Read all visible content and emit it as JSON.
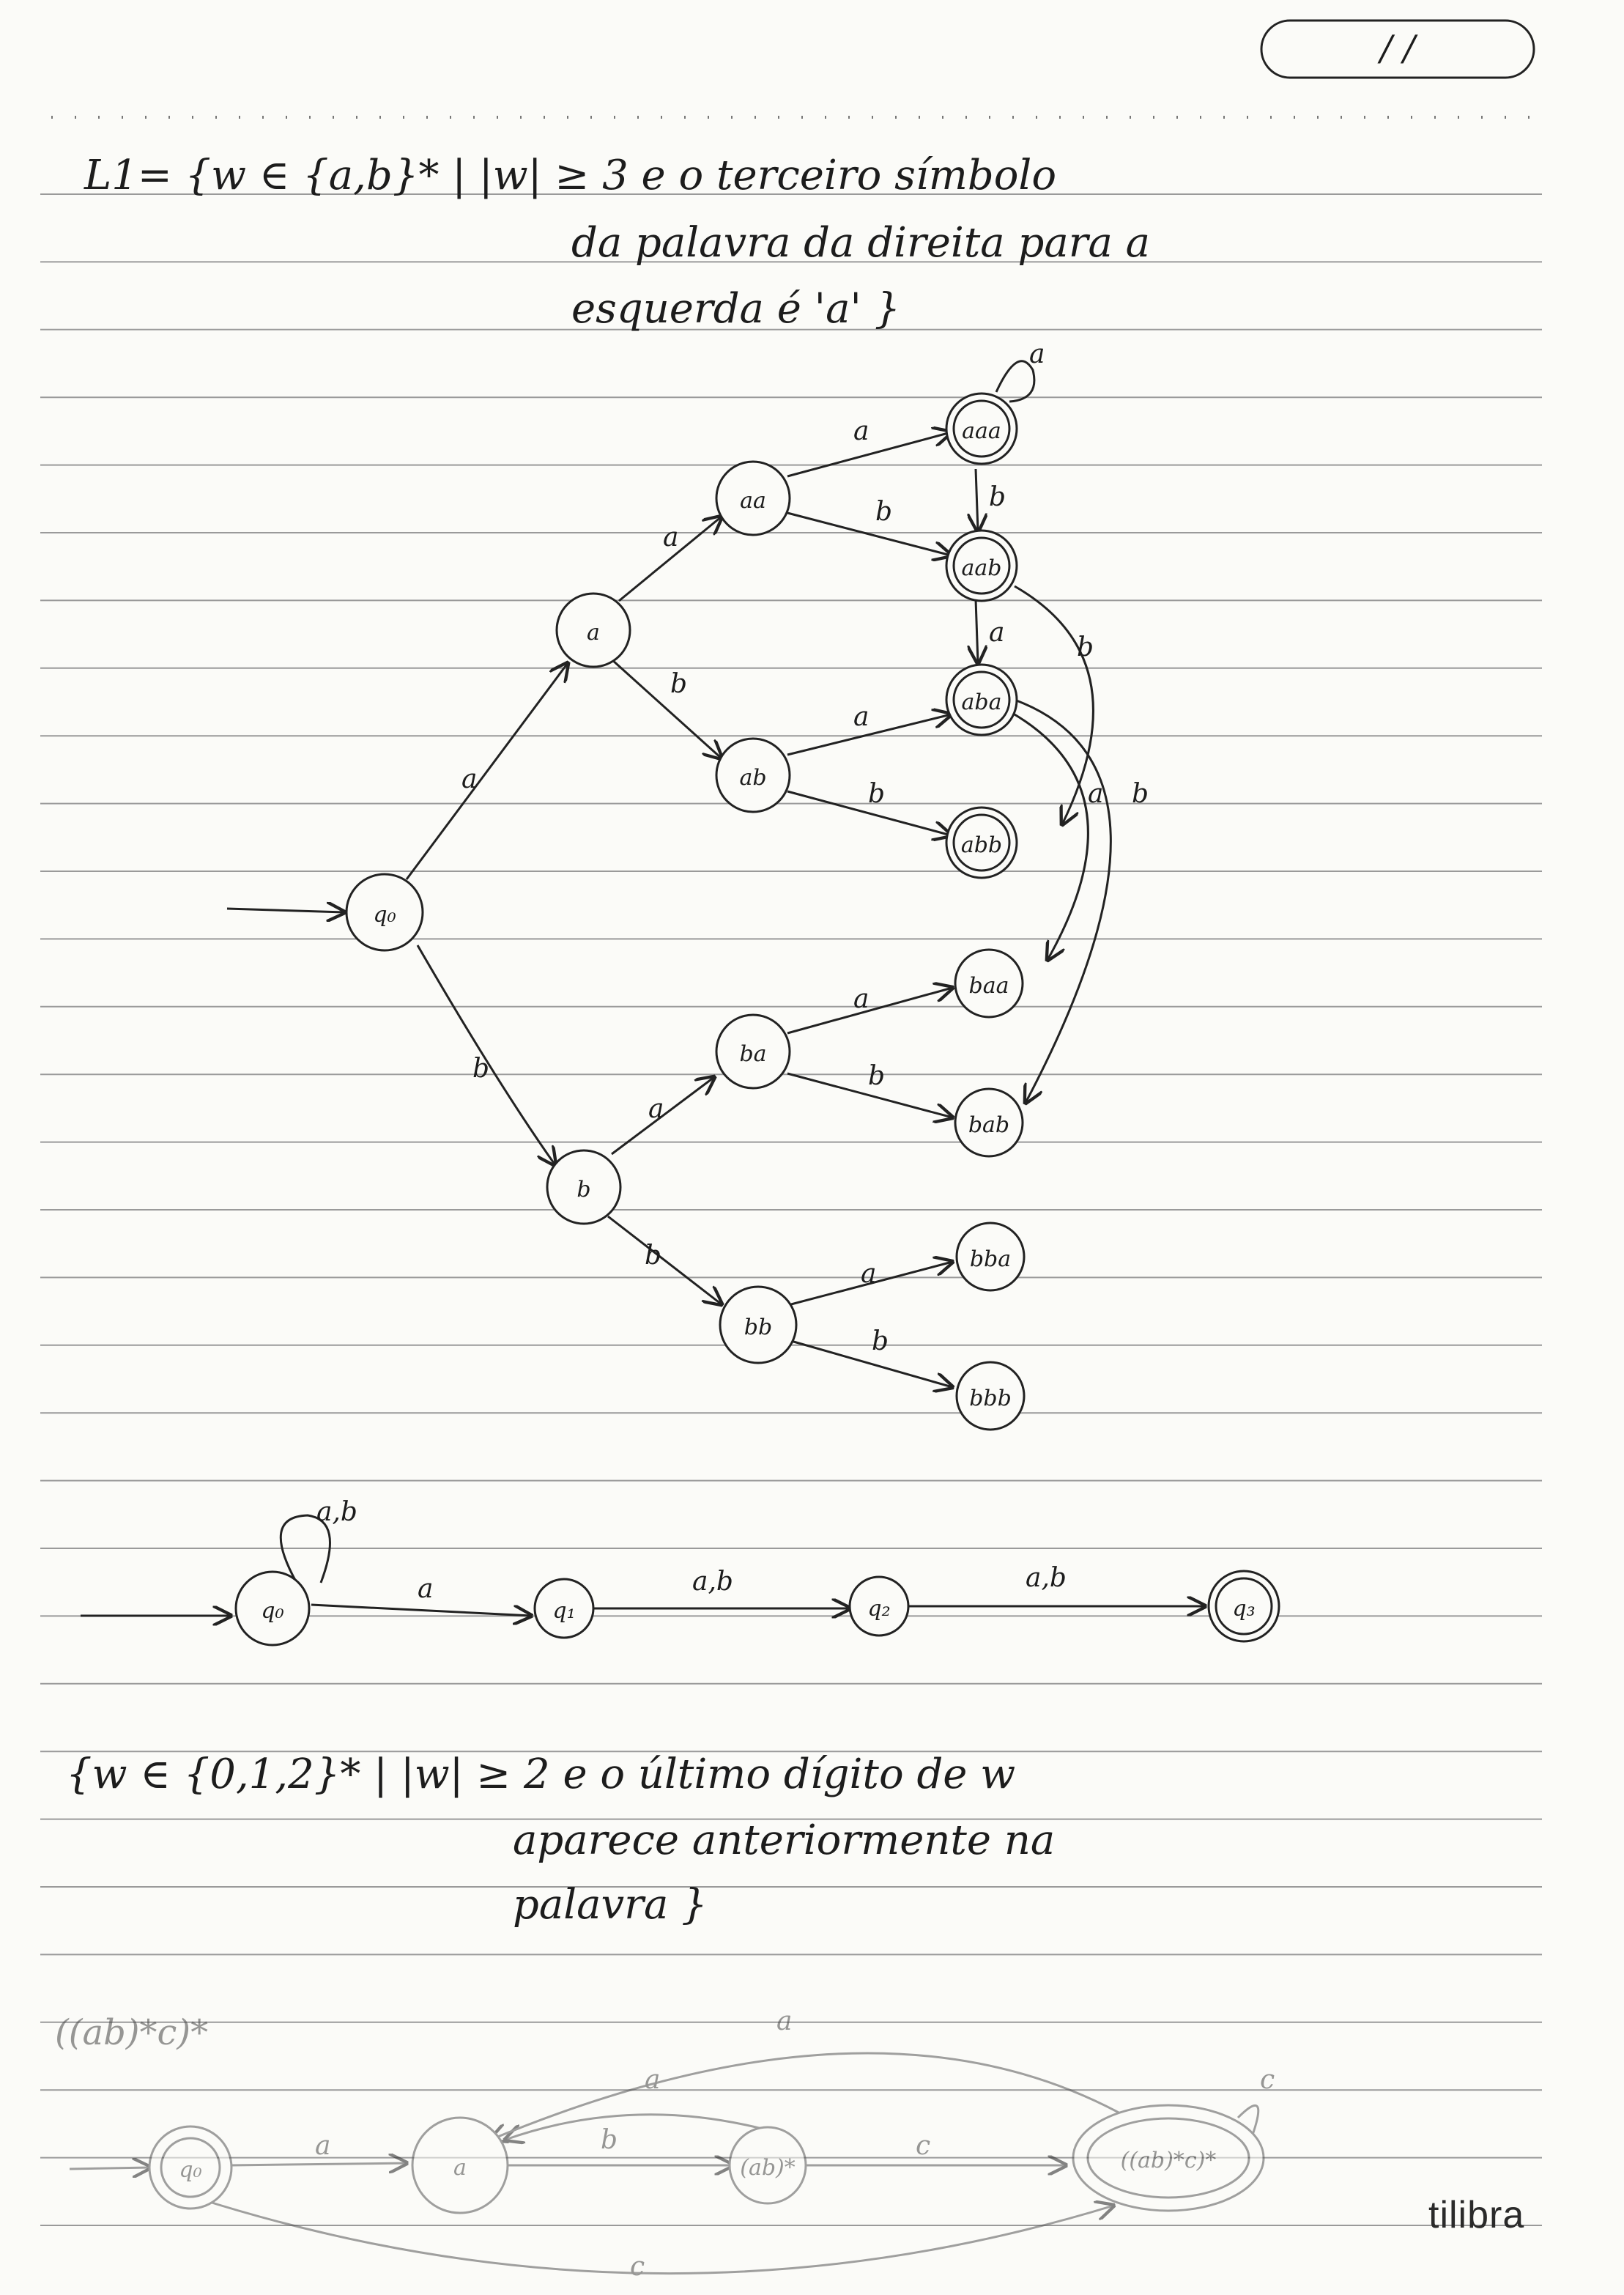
{
  "header": {
    "date_field": "/ /"
  },
  "language_1": {
    "line1": "L1= {w ∈ {a,b}* | |w| ≥ 3 e o terceiro símbolo",
    "line2": "da palavra da direita para a",
    "line3": "esquerda é 'a' }"
  },
  "automaton_1": {
    "states": [
      "q0",
      "a",
      "b",
      "aa",
      "ab",
      "ba",
      "bb",
      "aaa",
      "aab",
      "aba",
      "abb",
      "baa",
      "bab",
      "bba",
      "bbb"
    ],
    "accepting": [
      "aaa",
      "aab",
      "aba",
      "abb"
    ],
    "transitions": {
      "q0_a": "a",
      "q0_b": "b",
      "a_aa": "a",
      "a_ab": "b",
      "b_ba": "a",
      "b_bb": "b",
      "aa_aaa": "a",
      "aa_aab": "b",
      "ab_aba": "a",
      "ab_abb": "b",
      "ba_baa": "a",
      "ba_bab": "b",
      "bb_bba": "a",
      "bb_bbb": "b",
      "aaa_loop": "a",
      "aaa_aab": "b",
      "aab_aba": "a",
      "aab_abb": "b",
      "aba_baa": "a",
      "aba_bab": "b"
    }
  },
  "automaton_2": {
    "states": [
      "q0",
      "q1",
      "q2",
      "q3"
    ],
    "accepting": [
      "q3"
    ],
    "transitions": {
      "q0_loop": "a,b",
      "q0_q1": "a",
      "q1_q2": "a,b",
      "q2_q3": "a,b"
    }
  },
  "language_2": {
    "line1": "{w ∈ {0,1,2}* | |w| ≥ 2 e o último dígito de w",
    "line2": "aparece anteriormente na",
    "line3": "palavra }"
  },
  "sketch": {
    "regex": "((ab)*c)*",
    "states": [
      "q0",
      "a",
      "(ab)*",
      "((ab)*c)*"
    ],
    "transitions": {
      "q0_a": "a",
      "a_ab": "b",
      "ab_a": "a",
      "ab_final": "c",
      "final_loop": "c",
      "final_a": "a",
      "q0_final": "c"
    }
  },
  "brand": "tilibra"
}
